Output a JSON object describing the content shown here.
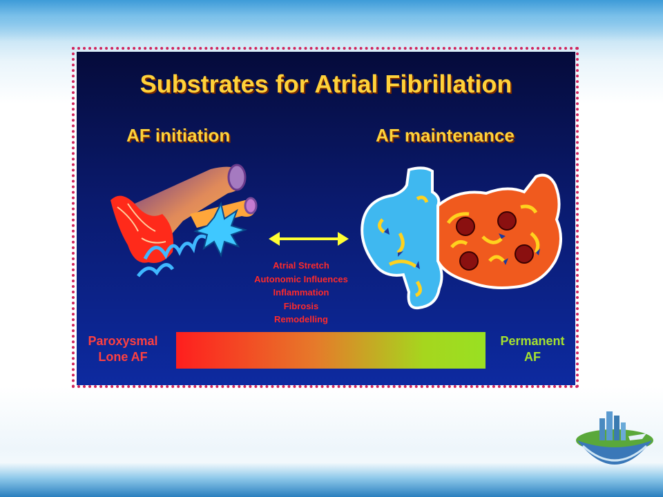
{
  "slide": {
    "title": "Substrates for Atrial Fibrillation",
    "left_heading": "AF initiation",
    "right_heading": "AF maintenance",
    "factors": [
      "Atrial Stretch",
      "Autonomic Influences",
      "Inflammation",
      "Fibrosis",
      "Remodelling"
    ],
    "stage_left": "Paroxysmal Lone AF",
    "stage_right": "Permanent AF"
  },
  "colors": {
    "title": "#ffd23a",
    "factors": "#ff2a2a",
    "stage_left": "#ff4040",
    "stage_right": "#a6e22e",
    "frame_border": "#d1245c",
    "panel_bg": "#0a1a6e"
  },
  "icons": [
    "pulmonary-vein-illustration",
    "double-arrow-icon",
    "heart-atria-illustration",
    "globe-city-logo"
  ]
}
